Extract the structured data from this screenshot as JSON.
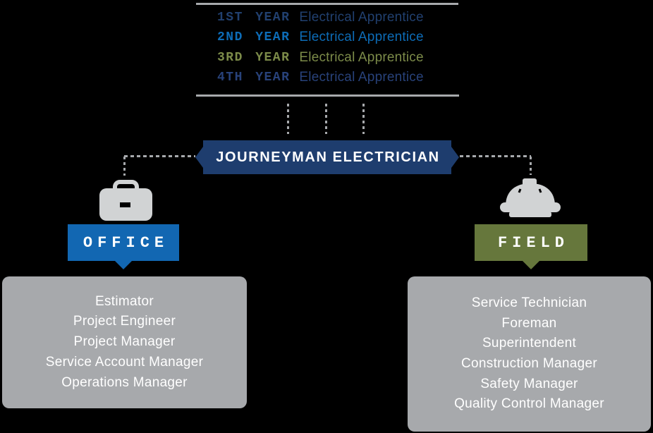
{
  "ladder": {
    "rows": [
      {
        "year": "1ST YEAR",
        "title": "Electrical Apprentice",
        "color": "#21406f"
      },
      {
        "year": "2ND YEAR",
        "title": "Electrical Apprentice",
        "color": "#0d6cb7"
      },
      {
        "year": "3RD YEAR",
        "title": "Electrical Apprentice",
        "color": "#7c8b49"
      },
      {
        "year": "4TH YEAR",
        "title": "Electrical Apprentice",
        "color": "#28427a"
      }
    ],
    "line_color": "#a7a9ac"
  },
  "journeyman": {
    "label": "JOURNEYMAN ELECTRICIAN",
    "banner_color": "#1e3d6e"
  },
  "office": {
    "label": "OFFICE",
    "tag_color": "#1267b2",
    "icon": "briefcase-icon",
    "roles": [
      "Estimator",
      "Project Engineer",
      "Project Manager",
      "Service Account Manager",
      "Operations Manager"
    ]
  },
  "field": {
    "label": "FIELD",
    "tag_color": "#66773c",
    "icon": "hardhat-icon",
    "roles": [
      "Service Technician",
      "Foreman",
      "Superintendent",
      "Construction Manager",
      "Safety Manager",
      "Quality Control Manager"
    ]
  },
  "palette": {
    "background": "#000000",
    "box_gray": "#a7a9ac",
    "icon_gray": "#d1d3d4",
    "connector_gray": "#a7a9ac",
    "text_white": "#ffffff"
  }
}
